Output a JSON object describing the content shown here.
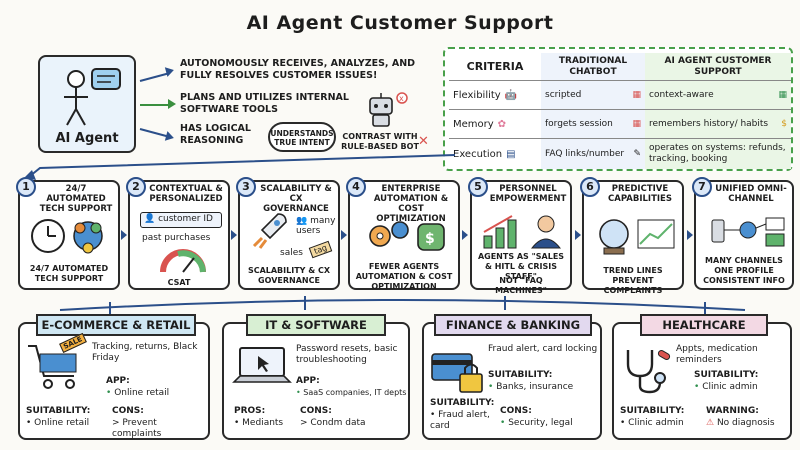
{
  "title": "AI Agent Customer Support",
  "agent": {
    "label": "AI Agent",
    "features": [
      "Autonomously receives, analyzes, and fully resolves customer issues!",
      "Plans and utilizes internal software tools",
      "Has logical reasoning"
    ],
    "bubble": "Understands true intent",
    "contrast": "Contrast with rule-based bot"
  },
  "comparison": {
    "headers": [
      "CRITERIA",
      "TRADITIONAL CHATBOT",
      "AI AGENT CUSTOMER SUPPORT"
    ],
    "rows": [
      {
        "criteria": "Flexibility",
        "chatbot": "scripted",
        "agent": "context-aware"
      },
      {
        "criteria": "Memory",
        "chatbot": "forgets session",
        "agent": "remembers history/ habits"
      },
      {
        "criteria": "Execution",
        "chatbot": "FAQ links/number",
        "agent": "operates on systems: refunds, tracking, booking"
      }
    ]
  },
  "steps": [
    {
      "num": "1",
      "title": "24/7 Automated Tech Support",
      "text": "24/7 Automated Tech Support"
    },
    {
      "num": "2",
      "title": "Contextual & Personalized",
      "chip": "customer ID",
      "sub": "past purchases",
      "text": "CSAT"
    },
    {
      "num": "3",
      "title": "Scalability & CX Governance",
      "note1": "many users",
      "note2": "sales",
      "tag": "tag",
      "text": "Scalability & CX Governance"
    },
    {
      "num": "4",
      "title": "Enterprise Automation & Cost Optimization",
      "text": "Fewer agents Automation & Cost Optimization"
    },
    {
      "num": "5",
      "title": "Personnel Empowerment",
      "text": "Agents as \"sales & HITL & crisis staff\"",
      "text2": "not \"FAQ machines\""
    },
    {
      "num": "6",
      "title": "Predictive Capabilities",
      "text": "Trend lines Prevent complaints"
    },
    {
      "num": "7",
      "title": "Unified Omni-Channel",
      "text": "Many channels One profile Consistent info"
    }
  ],
  "industries": [
    {
      "name": "E-COMMERCE & RETAIL",
      "color": "#cfe7f3",
      "desc": "Tracking, returns, Black Friday",
      "app_label": "APP:",
      "app": "Online retail",
      "suit_label": "SUITABILITY:",
      "suit": "Online retail",
      "cons_label": "CONS:",
      "cons": "> Prevent complaints",
      "tag": "SALE"
    },
    {
      "name": "IT & SOFTWARE",
      "color": "#d8efd3",
      "desc": "Password resets, basic troubleshooting",
      "app_label": "APP:",
      "app": "SaaS companies, IT depts",
      "pros_label": "PROS:",
      "pros": "Mediants",
      "cons_label": "CONS:",
      "cons": "> Condm data"
    },
    {
      "name": "FINANCE & BANKING",
      "color": "#e2d9ef",
      "desc": "Fraud alert, card locking",
      "suit_label": "SUITABILITY:",
      "suit": "Banks, insurance",
      "suit2_label": "SUITABILITY:",
      "suit2": "Fraud alert, card",
      "cons_label": "CONS:",
      "cons": "Security, legal"
    },
    {
      "name": "HEALTHCARE",
      "color": "#f3d9e4",
      "desc": "Appts, medication reminders",
      "suit_label": "SUITABILITY:",
      "suit": "Clinic admin",
      "suit2_label": "SUITABILITY:",
      "suit2": "Clinic admin",
      "warn_label": "WARNING:",
      "warn": "No diagnosis"
    }
  ]
}
